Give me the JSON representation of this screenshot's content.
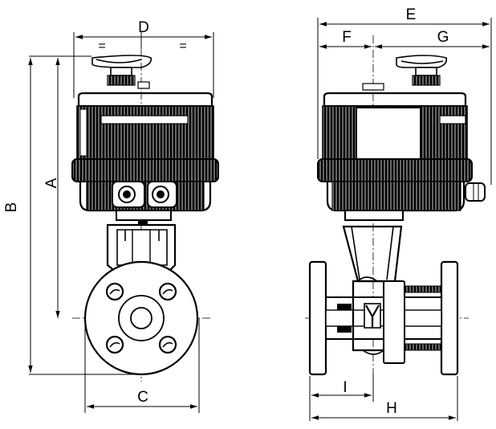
{
  "dimensions": {
    "A": "A",
    "B": "B",
    "C": "C",
    "D": "D",
    "E": "E",
    "F": "F",
    "G": "G",
    "H": "H",
    "I": "I",
    "equal_left": "=",
    "equal_right": "="
  }
}
